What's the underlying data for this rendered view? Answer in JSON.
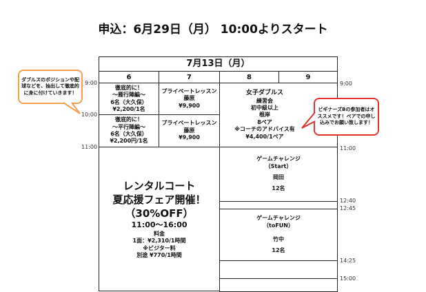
{
  "title": "申込：6月29日（月） 10:00よりスタート",
  "schedule": {
    "date": "7月13日（月）",
    "courts": [
      "6",
      "7",
      "8",
      "9"
    ],
    "times_left": [
      "9:00",
      "10:00",
      "11:00"
    ],
    "times_right": [
      "9:00",
      "11:00",
      "12:40",
      "12:45",
      "14:25",
      "15:00"
    ],
    "lessons": [
      {
        "lines": [
          "徹底的に！",
          "～雁行陣編～",
          "6名（大久保）",
          "¥2,200/1名"
        ]
      },
      {
        "lines": [
          "プライベートレッスン",
          "藤原",
          "¥9,900"
        ]
      },
      {
        "lines": [
          "徹底的に！",
          "～平行陣編～",
          "6名（大久保）",
          "¥2,200円/1名"
        ]
      },
      {
        "lines": [
          "プライベートレッスン",
          "藤原",
          "¥9,900"
        ]
      },
      {
        "lines": [
          "女子ダブルス",
          "練習会",
          "初中級以上",
          "根岸",
          "8ペア",
          "※コーチのアドバイス有",
          "¥4,400/1ペア"
        ]
      },
      {
        "lines": [
          "ゲームチャレンジ",
          "（Start）",
          "岡田",
          "12名"
        ]
      },
      {
        "lines": [
          "ゲームチャレンジ",
          "（toFUN）",
          "竹中",
          "12名"
        ]
      }
    ],
    "rental": {
      "lines": [
        "レンタルコート",
        "夏応援フェア開催！",
        "（30%OFF）",
        "11:00～16:00",
        "料金",
        "1面：¥2,310/1時間",
        "※ビジター料",
        "別途 ¥770/1時間"
      ]
    }
  },
  "callouts": {
    "left": "ダブルスのポジションや配球などを、抽出して徹底的に身に付けていきます！",
    "right": "ビギナーズBの参加者はオススメです！ペアでの申し込みでお願い致します！"
  },
  "colors": {
    "left_callout": "#f0a050",
    "right_callout": "#e03030"
  }
}
